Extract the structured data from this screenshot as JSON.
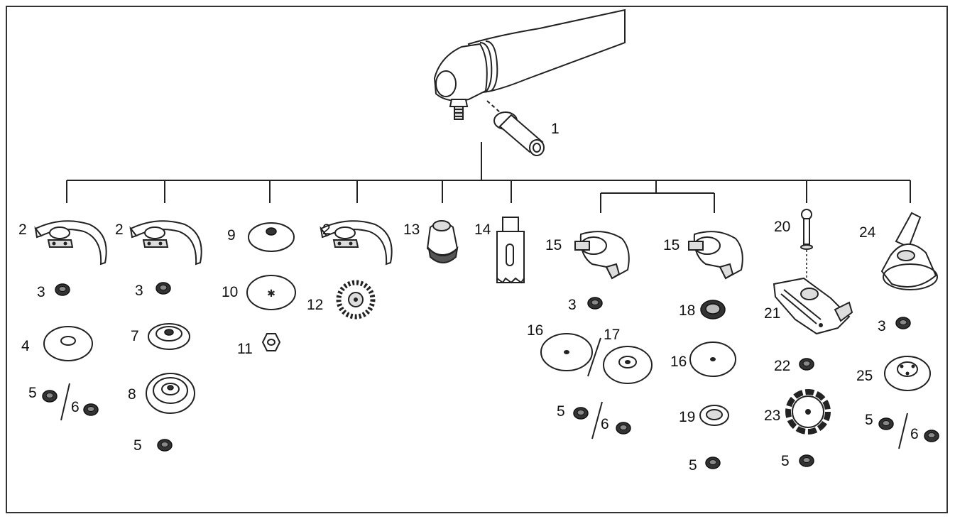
{
  "diagram": {
    "labels": {
      "l1": "1",
      "l2a": "2",
      "l2b": "2",
      "l2c": "2",
      "l3a": "3",
      "l3b": "3",
      "l3c": "3",
      "l3d": "3",
      "l4": "4",
      "l5a": "5",
      "l5b": "5",
      "l5c": "5",
      "l5d": "5",
      "l5e": "5",
      "l5f": "5",
      "l6a": "6",
      "l6b": "6",
      "l6c": "6",
      "l7": "7",
      "l8": "8",
      "l9": "9",
      "l10": "10",
      "l11": "11",
      "l12": "12",
      "l13": "13",
      "l14": "14",
      "l15a": "15",
      "l15b": "15",
      "l16a": "16",
      "l16b": "16",
      "l17": "17",
      "l18": "18",
      "l19": "19",
      "l20": "20",
      "l21": "21",
      "l22": "22",
      "l23": "23",
      "l24": "24",
      "l25": "25"
    },
    "icons": {
      "grinder": "angle-grinder-icon",
      "handle": "side-handle-icon",
      "guard": "wheel-guard-icon",
      "flange": "flange-icon",
      "nut": "lock-nut-icon",
      "disc": "grinding-disc-icon",
      "cup_brush": "cup-brush-icon",
      "core_bit": "core-bit-icon",
      "wheel_brush": "wire-wheel-icon"
    }
  }
}
